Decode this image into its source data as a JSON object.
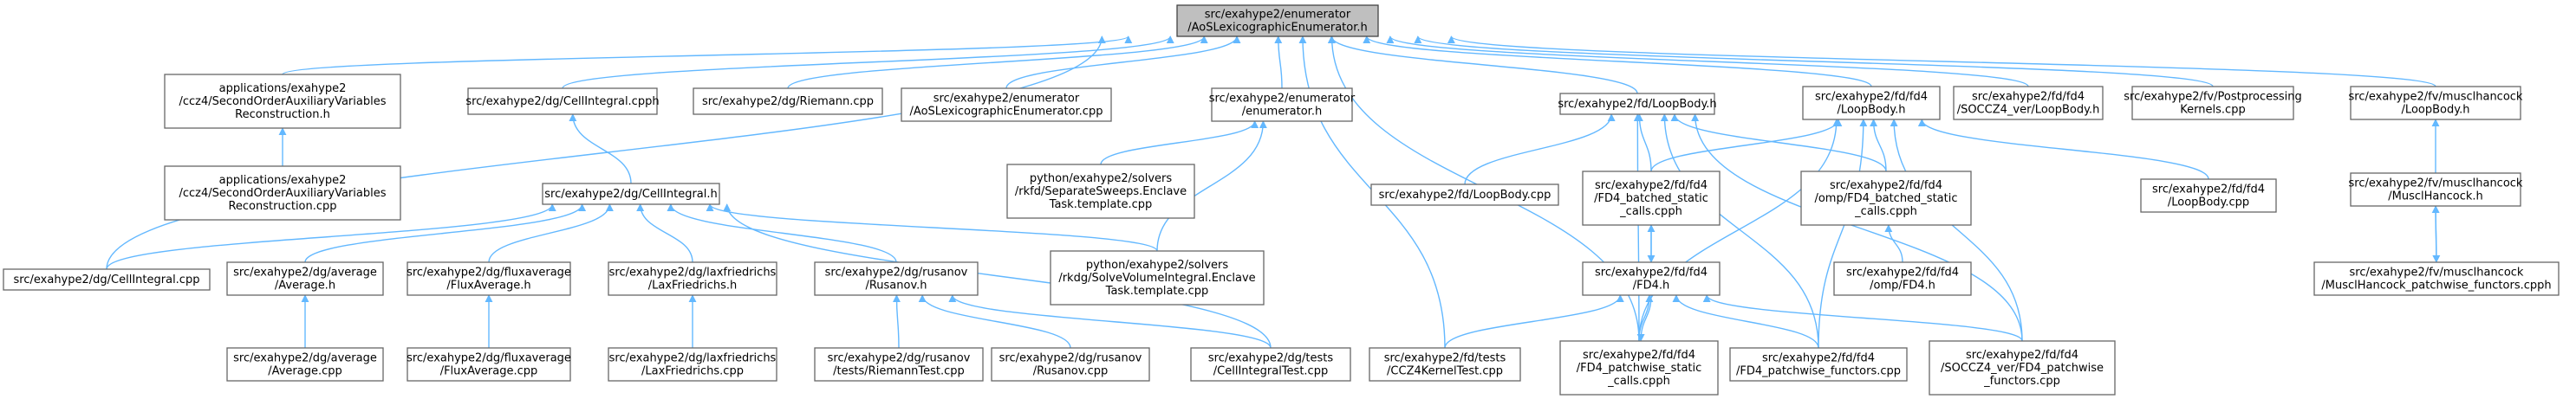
{
  "diagram": {
    "root": "n_root",
    "nodes": [
      {
        "id": "n_root",
        "lines": [
          "src/exahype2/enumerator",
          "/AoSLexicographicEnumerator.h"
        ]
      },
      {
        "id": "n_ccz4h",
        "lines": [
          "applications/exahype2",
          "/ccz4/SecondOrderAuxiliaryVariables",
          "Reconstruction.h"
        ]
      },
      {
        "id": "n_ccz4cpp",
        "lines": [
          "applications/exahype2",
          "/ccz4/SecondOrderAuxiliaryVariables",
          "Reconstruction.cpp"
        ]
      },
      {
        "id": "n_cellcpph",
        "lines": [
          "src/exahype2/dg/CellIntegral.cpph"
        ]
      },
      {
        "id": "n_riemann",
        "lines": [
          "src/exahype2/dg/Riemann.cpp"
        ]
      },
      {
        "id": "n_aoscpp",
        "lines": [
          "src/exahype2/enumerator",
          "/AoSLexicographicEnumerator.cpp"
        ]
      },
      {
        "id": "n_enumh",
        "lines": [
          "src/exahype2/enumerator",
          "/enumerator.h"
        ]
      },
      {
        "id": "n_cellh",
        "lines": [
          "src/exahype2/dg/CellIntegral.h"
        ]
      },
      {
        "id": "n_sepsweeps",
        "lines": [
          "python/exahype2/solvers",
          "/rkfd/SeparateSweeps.Enclave",
          "Task.template.cpp"
        ]
      },
      {
        "id": "n_cellcpp",
        "lines": [
          "src/exahype2/dg/CellIntegral.cpp"
        ]
      },
      {
        "id": "n_avgh",
        "lines": [
          "src/exahype2/dg/average",
          "/Average.h"
        ]
      },
      {
        "id": "n_fluxh",
        "lines": [
          "src/exahype2/dg/fluxaverage",
          "/FluxAverage.h"
        ]
      },
      {
        "id": "n_laxh",
        "lines": [
          "src/exahype2/dg/laxfriedrichs",
          "/LaxFriedrichs.h"
        ]
      },
      {
        "id": "n_rush",
        "lines": [
          "src/exahype2/dg/rusanov",
          "/Rusanov.h"
        ]
      },
      {
        "id": "n_solvevol",
        "lines": [
          "python/exahype2/solvers",
          "/rkdg/SolveVolumeIntegral.Enclave",
          "Task.template.cpp"
        ]
      },
      {
        "id": "n_avgcpp",
        "lines": [
          "src/exahype2/dg/average",
          "/Average.cpp"
        ]
      },
      {
        "id": "n_fluxcpp",
        "lines": [
          "src/exahype2/dg/fluxaverage",
          "/FluxAverage.cpp"
        ]
      },
      {
        "id": "n_laxcpp",
        "lines": [
          "src/exahype2/dg/laxfriedrichs",
          "/LaxFriedrichs.cpp"
        ]
      },
      {
        "id": "n_rusriem",
        "lines": [
          "src/exahype2/dg/rusanov",
          "/tests/RiemannTest.cpp"
        ]
      },
      {
        "id": "n_ruscpp",
        "lines": [
          "src/exahype2/dg/rusanov",
          "/Rusanov.cpp"
        ]
      },
      {
        "id": "n_celltest",
        "lines": [
          "src/exahype2/dg/tests",
          "/CellIntegralTest.cpp"
        ]
      },
      {
        "id": "n_fdloop",
        "lines": [
          "src/exahype2/fd/LoopBody.h"
        ]
      },
      {
        "id": "n_fd4loop",
        "lines": [
          "src/exahype2/fd/fd4",
          "/LoopBody.h"
        ]
      },
      {
        "id": "n_socczloop",
        "lines": [
          "src/exahype2/fd/fd4",
          "/SOCCZ4_ver/LoopBody.h"
        ]
      },
      {
        "id": "n_fvpost",
        "lines": [
          "src/exahype2/fv/Postprocessing",
          "Kernels.cpp"
        ]
      },
      {
        "id": "n_musclloop",
        "lines": [
          "src/exahype2/fv/musclhancock",
          "/LoopBody.h"
        ]
      },
      {
        "id": "n_fdloopcpp",
        "lines": [
          "src/exahype2/fd/LoopBody.cpp"
        ]
      },
      {
        "id": "n_fd4batched",
        "lines": [
          "src/exahype2/fd/fd4",
          "/FD4_batched_static",
          "_calls.cpph"
        ]
      },
      {
        "id": "n_ompbatched",
        "lines": [
          "src/exahype2/fd/fd4",
          "/omp/FD4_batched_static",
          "_calls.cpph"
        ]
      },
      {
        "id": "n_fd4loopcpp",
        "lines": [
          "src/exahype2/fd/fd4",
          "/LoopBody.cpp"
        ]
      },
      {
        "id": "n_musclh",
        "lines": [
          "src/exahype2/fv/musclhancock",
          "/MusclHancock.h"
        ]
      },
      {
        "id": "n_fd4h",
        "lines": [
          "src/exahype2/fd/fd4",
          "/FD4.h"
        ]
      },
      {
        "id": "n_ompfd4h",
        "lines": [
          "src/exahype2/fd/fd4",
          "/omp/FD4.h"
        ]
      },
      {
        "id": "n_musclfunc",
        "lines": [
          "src/exahype2/fv/musclhancock",
          "/MusclHancock_patchwise_functors.cpph"
        ]
      },
      {
        "id": "n_ccz4test",
        "lines": [
          "src/exahype2/fd/tests",
          "/CCZ4KernelTest.cpp"
        ]
      },
      {
        "id": "n_fd4pstatic",
        "lines": [
          "src/exahype2/fd/fd4",
          "/FD4_patchwise_static",
          "_calls.cpph"
        ]
      },
      {
        "id": "n_fd4pfunc",
        "lines": [
          "src/exahype2/fd/fd4",
          "/FD4_patchwise_functors.cpp"
        ]
      },
      {
        "id": "n_socczpfunc",
        "lines": [
          "src/exahype2/fd/fd4",
          "/SOCCZ4_ver/FD4_patchwise",
          "_functors.cpp"
        ]
      }
    ],
    "edges": [
      [
        "n_ccz4h",
        "n_root"
      ],
      [
        "n_cellcpph",
        "n_root"
      ],
      [
        "n_riemann",
        "n_root"
      ],
      [
        "n_aoscpp",
        "n_root"
      ],
      [
        "n_enumh",
        "n_root"
      ],
      [
        "n_fdloop",
        "n_root"
      ],
      [
        "n_fd4loop",
        "n_root"
      ],
      [
        "n_socczloop",
        "n_root"
      ],
      [
        "n_fvpost",
        "n_root"
      ],
      [
        "n_musclloop",
        "n_root"
      ],
      [
        "n_cellcpp",
        "n_root"
      ],
      [
        "n_ccz4test",
        "n_root"
      ],
      [
        "n_fd4pstatic",
        "n_root"
      ],
      [
        "n_ccz4cpp",
        "n_ccz4h"
      ],
      [
        "n_cellh",
        "n_cellcpph"
      ],
      [
        "n_sepsweeps",
        "n_enumh"
      ],
      [
        "n_solvevol",
        "n_enumh"
      ],
      [
        "n_cellcpp",
        "n_cellh"
      ],
      [
        "n_avgh",
        "n_cellh"
      ],
      [
        "n_fluxh",
        "n_cellh"
      ],
      [
        "n_laxh",
        "n_cellh"
      ],
      [
        "n_rush",
        "n_cellh"
      ],
      [
        "n_solvevol",
        "n_cellh"
      ],
      [
        "n_celltest",
        "n_cellh"
      ],
      [
        "n_avgcpp",
        "n_avgh"
      ],
      [
        "n_fluxcpp",
        "n_fluxh"
      ],
      [
        "n_laxcpp",
        "n_laxh"
      ],
      [
        "n_rusriem",
        "n_rush"
      ],
      [
        "n_ruscpp",
        "n_rush"
      ],
      [
        "n_celltest",
        "n_rush"
      ],
      [
        "n_fdloopcpp",
        "n_fdloop"
      ],
      [
        "n_fd4batched",
        "n_fdloop"
      ],
      [
        "n_ompbatched",
        "n_fdloop"
      ],
      [
        "n_fd4pstatic",
        "n_fdloop"
      ],
      [
        "n_fd4pfunc",
        "n_fdloop"
      ],
      [
        "n_socczpfunc",
        "n_fdloop"
      ],
      [
        "n_fd4batched",
        "n_fd4loop"
      ],
      [
        "n_ompbatched",
        "n_fd4loop"
      ],
      [
        "n_fd4loopcpp",
        "n_fd4loop"
      ],
      [
        "n_fd4pstatic",
        "n_fd4loop"
      ],
      [
        "n_fd4pfunc",
        "n_fd4loop"
      ],
      [
        "n_socczpfunc",
        "n_fd4loop"
      ],
      [
        "n_musclh",
        "n_musclloop"
      ],
      [
        "n_musclfunc",
        "n_musclh"
      ],
      [
        "n_musclh",
        "n_musclfunc"
      ],
      [
        "n_fd4h",
        "n_fd4batched"
      ],
      [
        "n_fd4batched",
        "n_fd4h"
      ],
      [
        "n_ompfd4h",
        "n_ompbatched"
      ],
      [
        "n_ccz4test",
        "n_fd4h"
      ],
      [
        "n_fd4pstatic",
        "n_fd4h"
      ],
      [
        "n_fd4pfunc",
        "n_fd4h"
      ],
      [
        "n_socczpfunc",
        "n_fd4h"
      ],
      [
        "n_fd4h",
        "n_fd4pstatic"
      ]
    ]
  }
}
